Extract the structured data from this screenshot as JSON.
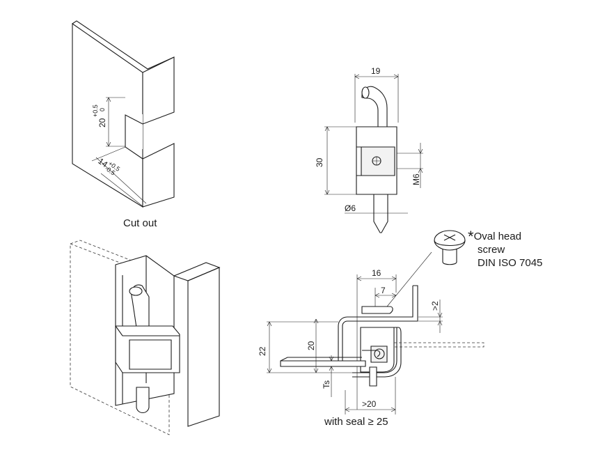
{
  "captions": {
    "cutout": "Cut out",
    "seal": "with seal ≥ 25"
  },
  "screw_note": {
    "marker": "*",
    "line1": "Oval head",
    "line2": "screw",
    "line3": "DIN ISO 7045"
  },
  "dimensions": {
    "cutout_height": "20",
    "cutout_height_tol_top": "+0.5",
    "cutout_height_tol_bottom": "0",
    "cutout_depth": "14",
    "cutout_depth_tol_top": "+0.5",
    "cutout_depth_tol_bottom": "-0.5",
    "width_top": "19",
    "height_side": "30",
    "thread": "M6",
    "diameter": "Ø6",
    "width_16": "16",
    "width_7": "7",
    "gap": ">2",
    "height_22": "22",
    "height_20": "20",
    "ts": "Ts",
    "width_20": ">20"
  }
}
